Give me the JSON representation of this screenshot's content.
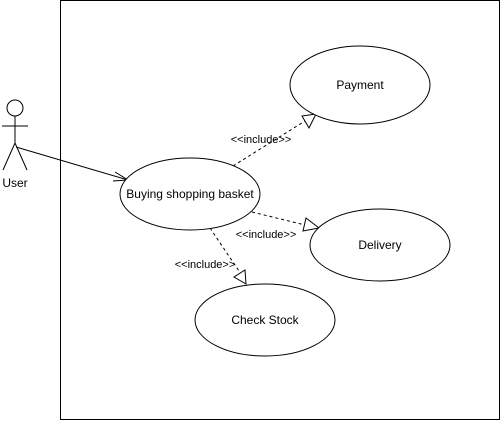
{
  "diagram": {
    "actor": {
      "label": "User"
    },
    "use_cases": {
      "buying": {
        "label": "Buying shopping basket"
      },
      "payment": {
        "label": "Payment"
      },
      "delivery": {
        "label": "Delivery"
      },
      "check_stock": {
        "label": "Check Stock"
      }
    },
    "relations": {
      "include_payment": {
        "label": "<<include>>"
      },
      "include_delivery": {
        "label": "<<include>>"
      },
      "include_check_stock": {
        "label": "<<include>>"
      }
    }
  },
  "colors": {
    "stroke": "#000000",
    "background": "#ffffff"
  }
}
